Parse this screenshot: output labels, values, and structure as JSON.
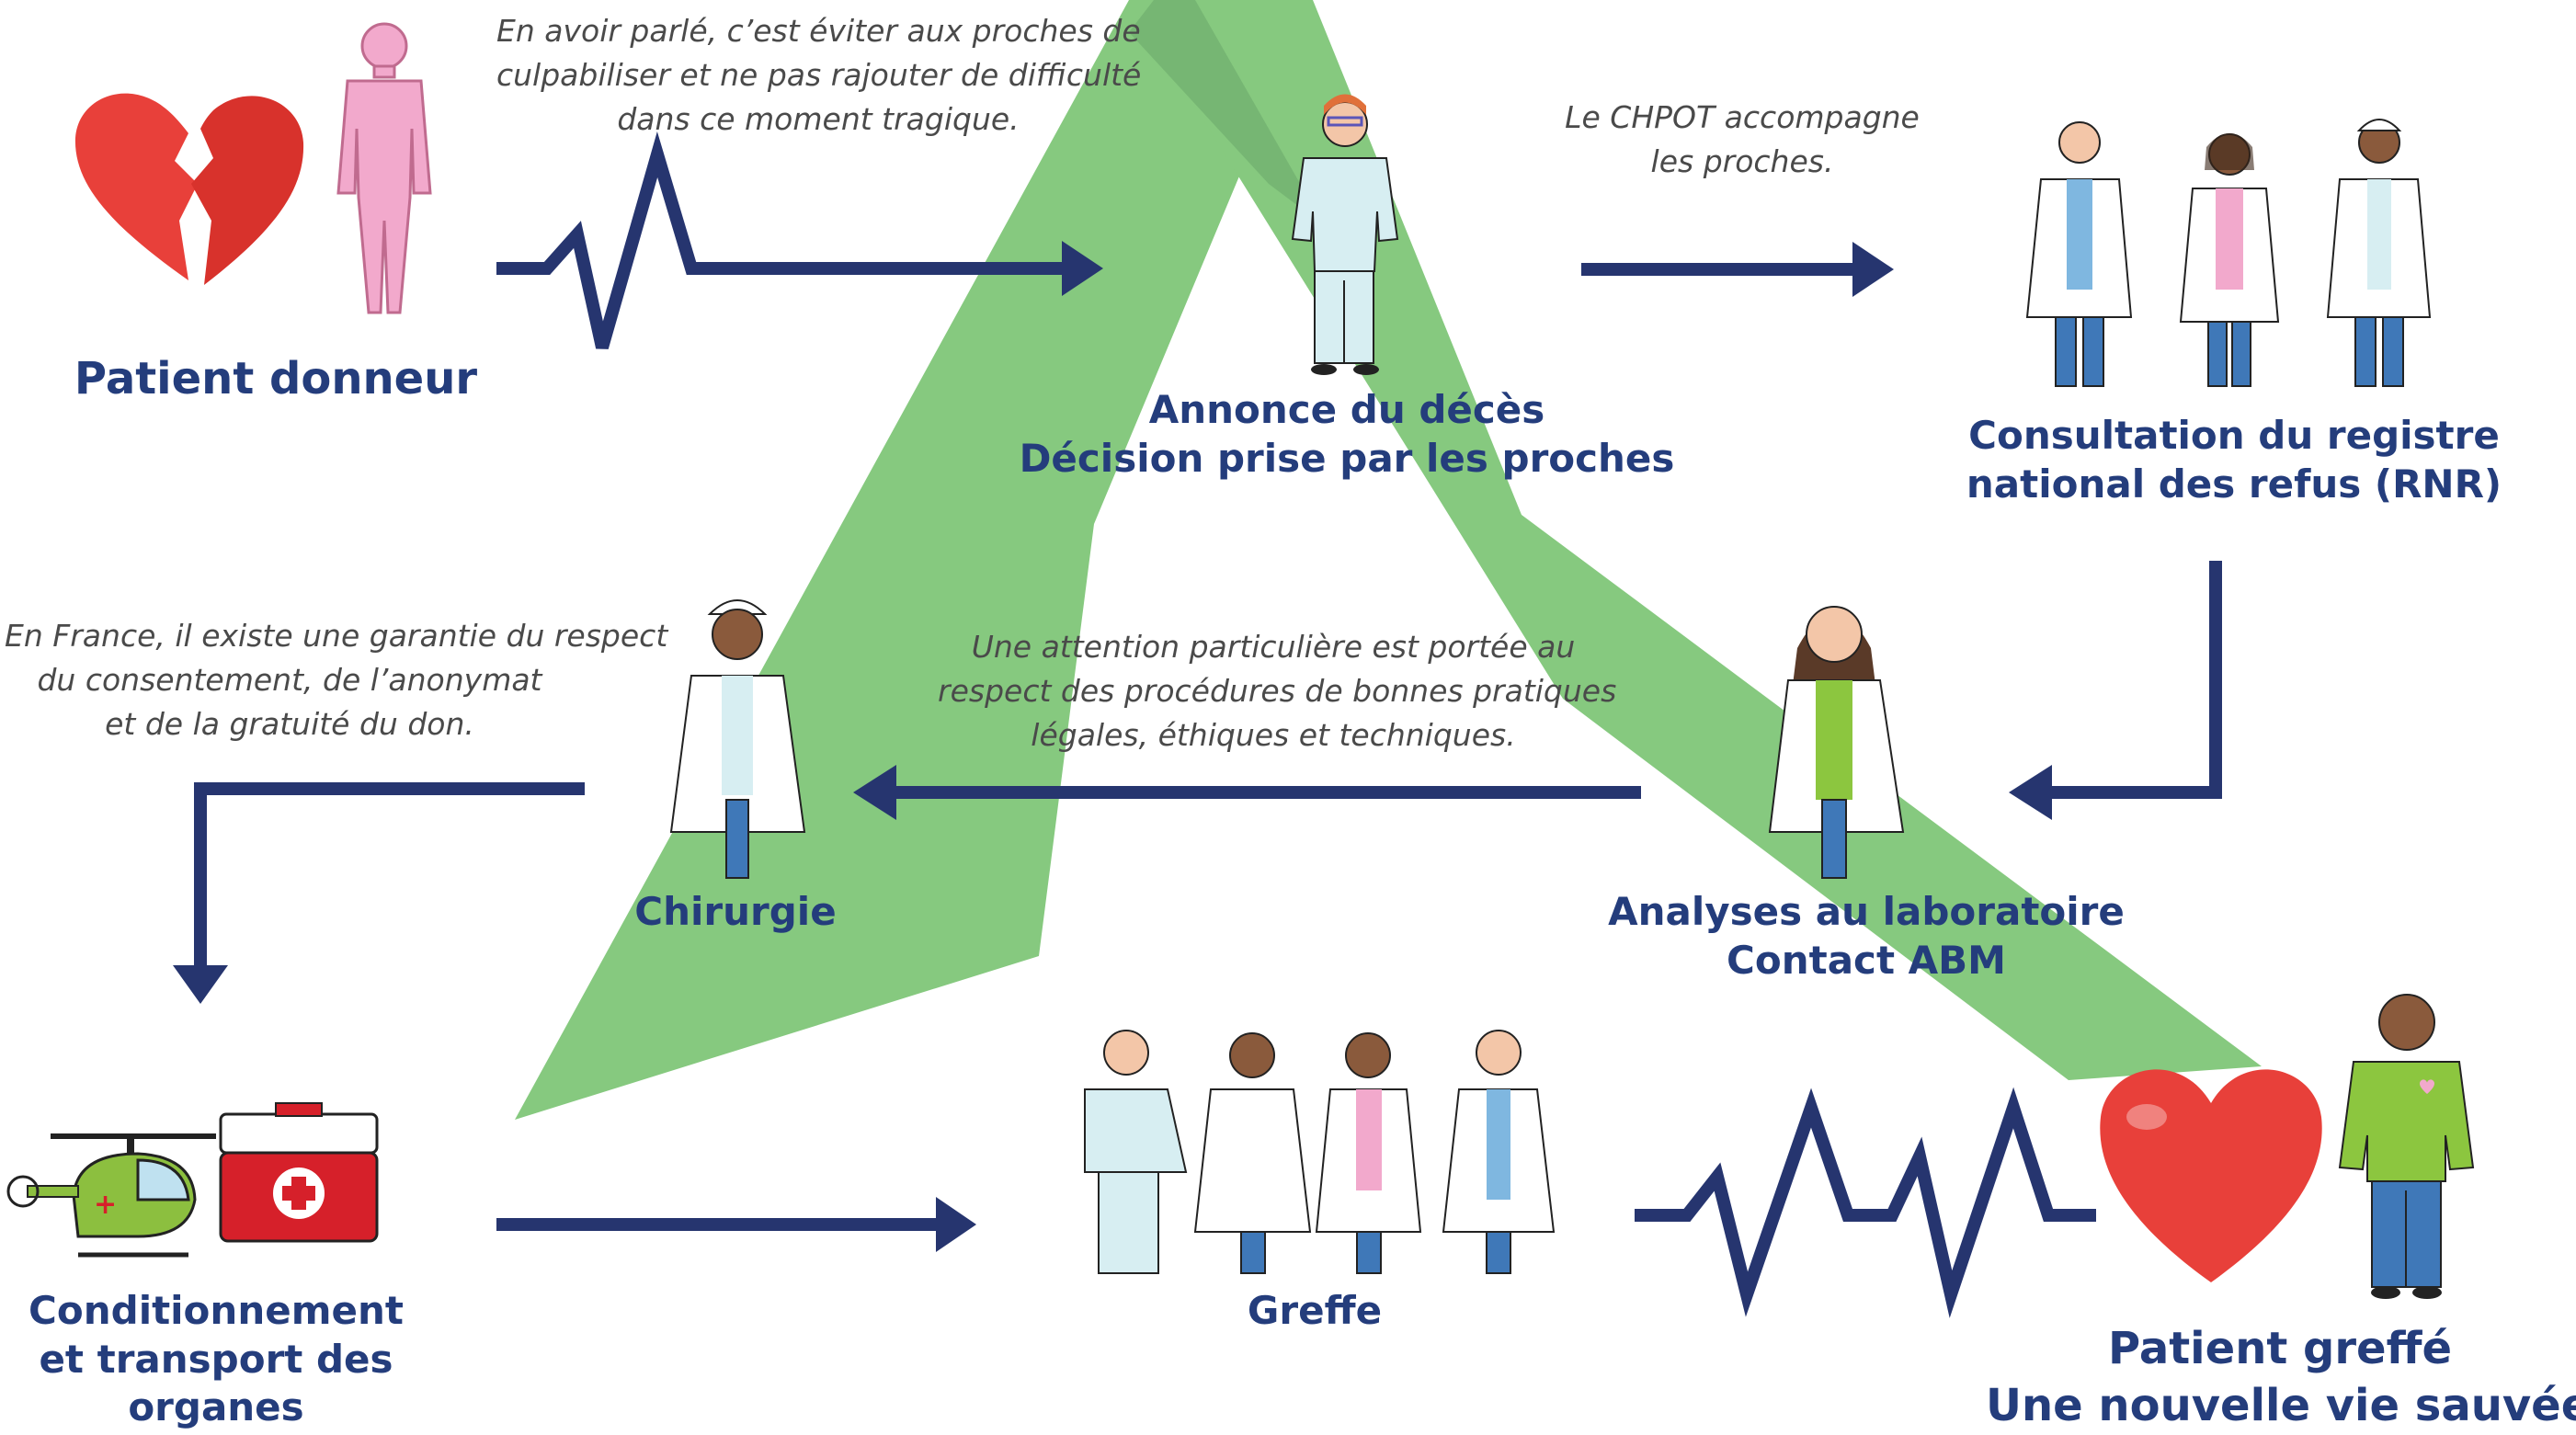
{
  "colors": {
    "arrow": "#26356f",
    "ribbon": "#86c97f",
    "ribbon_dark": "#6aa56a",
    "label": "#243d7c",
    "note": "#4a4a4a",
    "heart": "#e8403a",
    "body_pink": "#f2a9cc",
    "scrub": "#d7eef2",
    "coat": "#ffffff",
    "pants": "#3f78b8",
    "shirt_green": "#8cc63f",
    "red_box": "#d6202a",
    "heli_green": "#8cbf3f"
  },
  "icons": {
    "donor_heart": "broken-heart-icon",
    "donor_body": "human-body-icon",
    "transport_heli": "helicopter-icon",
    "transport_box": "medical-cooler-icon",
    "recipient_heart": "heart-icon"
  },
  "steps": {
    "donor": {
      "label": [
        "Patient donneur"
      ]
    },
    "death": {
      "label": [
        "Annonce du décès",
        "Décision prise par les proches"
      ]
    },
    "registry": {
      "label": [
        "Consultation du registre",
        "national des refus (RNR)"
      ]
    },
    "lab": {
      "label": [
        "Analyses au laboratoire",
        "Contact ABM"
      ]
    },
    "surgery": {
      "label": [
        "Chirurgie"
      ]
    },
    "transport": {
      "label": [
        "Conditionnement",
        "et transport des",
        "organes"
      ]
    },
    "graft": {
      "label": [
        "Greffe"
      ]
    },
    "recipient": {
      "label": [
        "Patient greffé",
        "Une nouvelle vie sauvée"
      ]
    }
  },
  "notes": {
    "donor_to_death": [
      "En avoir parlé, c’est éviter aux proches de",
      "culpabiliser et ne pas rajouter de difficulté",
      "dans ce moment tragique."
    ],
    "death_to_registry": [
      "Le CHPOT accompagne",
      "les proches."
    ],
    "lab_to_surgery": [
      "Une attention particulière est portée au",
      "respect des procédures de bonnes pratiques",
      "légales, éthiques et techniques."
    ],
    "france": [
      "En France, il existe une garantie du respect",
      "du consentement, de l’anonymat",
      "et de la gratuité du don."
    ]
  }
}
